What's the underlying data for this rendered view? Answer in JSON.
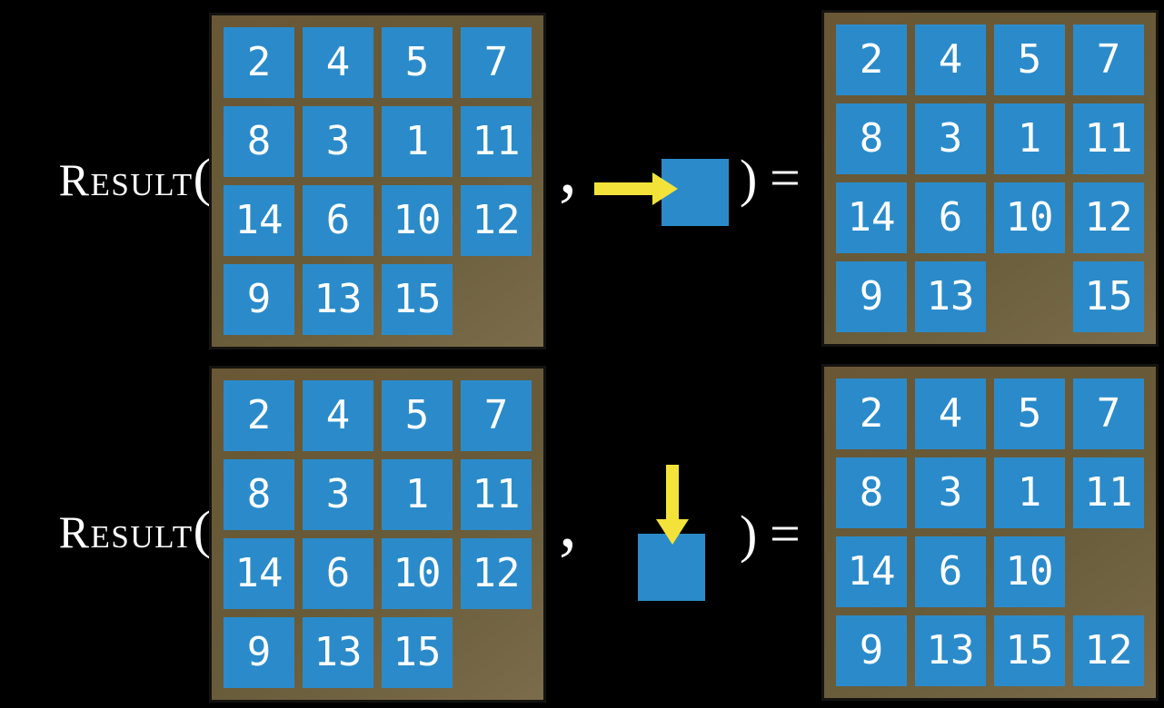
{
  "colors": {
    "background": "#000000",
    "tile": "#2b8bca",
    "frame": "#675b39",
    "frame_border": "#151310",
    "arrow": "#f2e23a",
    "text": "#ffffff"
  },
  "examples": [
    {
      "function_name": "Result",
      "open_paren": "(",
      "comma": ",",
      "action_icon": "right-arrow-icon",
      "close_paren": ")",
      "equals": "=",
      "before": [
        [
          2,
          4,
          5,
          7
        ],
        [
          8,
          3,
          1,
          11
        ],
        [
          14,
          6,
          10,
          12
        ],
        [
          9,
          13,
          15,
          null
        ]
      ],
      "after": [
        [
          2,
          4,
          5,
          7
        ],
        [
          8,
          3,
          1,
          11
        ],
        [
          14,
          6,
          10,
          12
        ],
        [
          9,
          13,
          null,
          15
        ]
      ]
    },
    {
      "function_name": "Result",
      "open_paren": "(",
      "comma": ",",
      "action_icon": "down-arrow-icon",
      "close_paren": ")",
      "equals": "=",
      "before": [
        [
          2,
          4,
          5,
          7
        ],
        [
          8,
          3,
          1,
          11
        ],
        [
          14,
          6,
          10,
          12
        ],
        [
          9,
          13,
          15,
          null
        ]
      ],
      "after": [
        [
          2,
          4,
          5,
          7
        ],
        [
          8,
          3,
          1,
          11
        ],
        [
          14,
          6,
          10,
          null
        ],
        [
          9,
          13,
          15,
          12
        ]
      ]
    }
  ]
}
